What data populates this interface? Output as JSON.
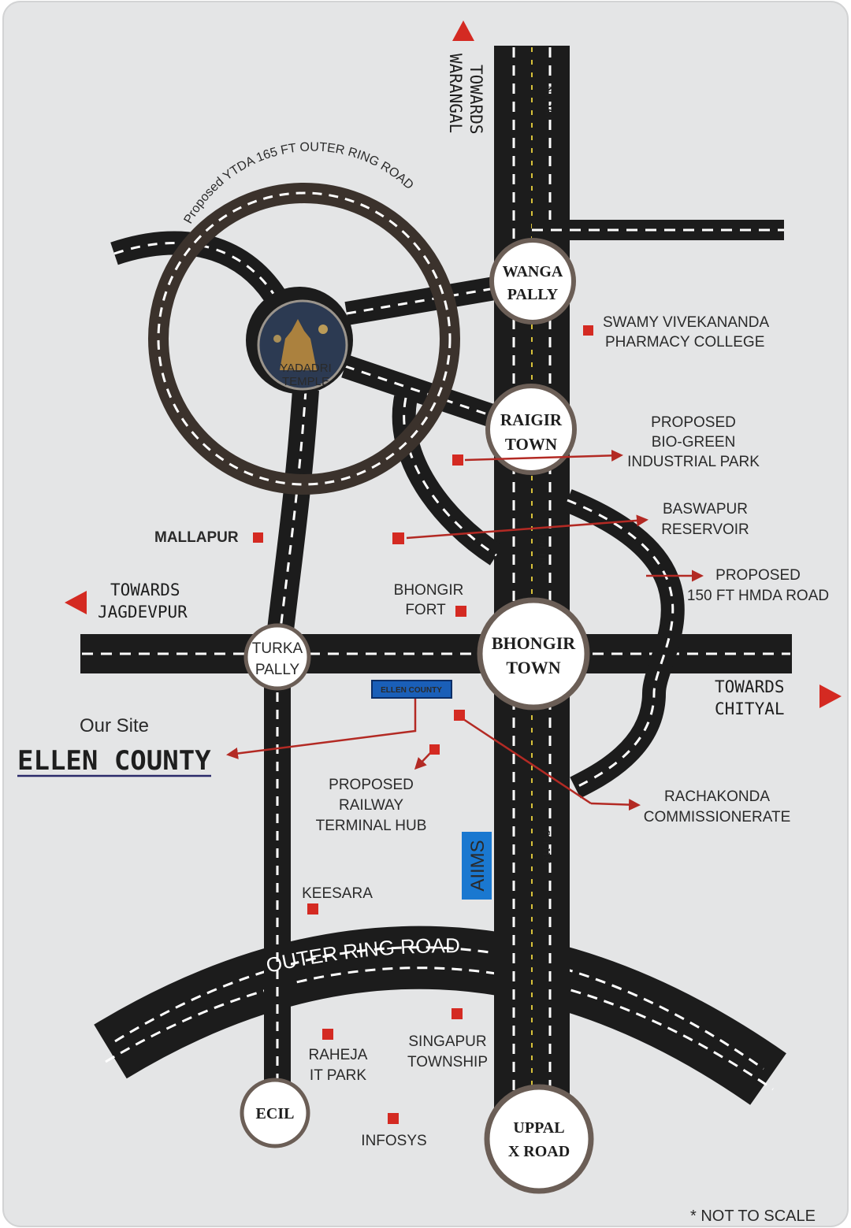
{
  "colors": {
    "background": "#e4e5e6",
    "road": "#1c1c1c",
    "lane_marking": "#ffffff",
    "ring_road": "#3b322c",
    "marker": "#d42a22",
    "arrow": "#b32a24",
    "brand": "#2a2a6a",
    "aiims_badge": "#1a78d0"
  },
  "directions": {
    "warangal": [
      "TOWARDS",
      "WARANGAL"
    ],
    "jagdevpur": [
      "TOWARDS",
      "JAGDEVPUR"
    ],
    "chityal": [
      "TOWARDS",
      "CHITYAL"
    ]
  },
  "roads": {
    "nh_label": "NH 163",
    "ytda_ring": "Proposed YTDA 165 FT OUTER RING ROAD",
    "outer_ring": "OUTER RING ROAD"
  },
  "junctions": {
    "wanga_pally": [
      "WANGA",
      "PALLY"
    ],
    "raigir_town": [
      "RAIGIR",
      "TOWN"
    ],
    "bhongir_town": [
      "BHONGIR",
      "TOWN"
    ],
    "turka_pally": [
      "TURKA",
      "PALLY"
    ],
    "ecil": [
      "ECIL"
    ],
    "uppal": [
      "UPPAL",
      "X ROAD"
    ],
    "temple": [
      "YADADRI",
      "TEMPLE"
    ]
  },
  "landmarks": {
    "swamy": [
      "SWAMY VIVEKANANDA",
      "PHARMACY COLLEGE"
    ],
    "biogreen": [
      "PROPOSED",
      "BIO-GREEN",
      "INDUSTRIAL PARK"
    ],
    "baswapur": [
      "BASWAPUR",
      "RESERVOIR"
    ],
    "hmda": [
      "PROPOSED",
      "150 FT HMDA ROAD"
    ],
    "mallapur": "MALLAPUR",
    "bhongir_fort": [
      "BHONGIR",
      "FORT"
    ],
    "railway": [
      "PROPOSED",
      "RAILWAY",
      "TERMINAL HUB"
    ],
    "rachakonda": [
      "RACHAKONDA",
      "COMMISSIONERATE"
    ],
    "keesara": "KEESARA",
    "aiims": "AIIMS",
    "raheja": [
      "RAHEJA",
      "IT PARK"
    ],
    "singapur": [
      "SINGAPUR",
      "TOWNSHIP"
    ],
    "infosys": "INFOSYS"
  },
  "site": {
    "our_site": "Our Site",
    "name": "ELLEN COUNTY",
    "badge": "ELLEN COUNTY"
  },
  "footer": {
    "note": "* NOT TO SCALE"
  }
}
